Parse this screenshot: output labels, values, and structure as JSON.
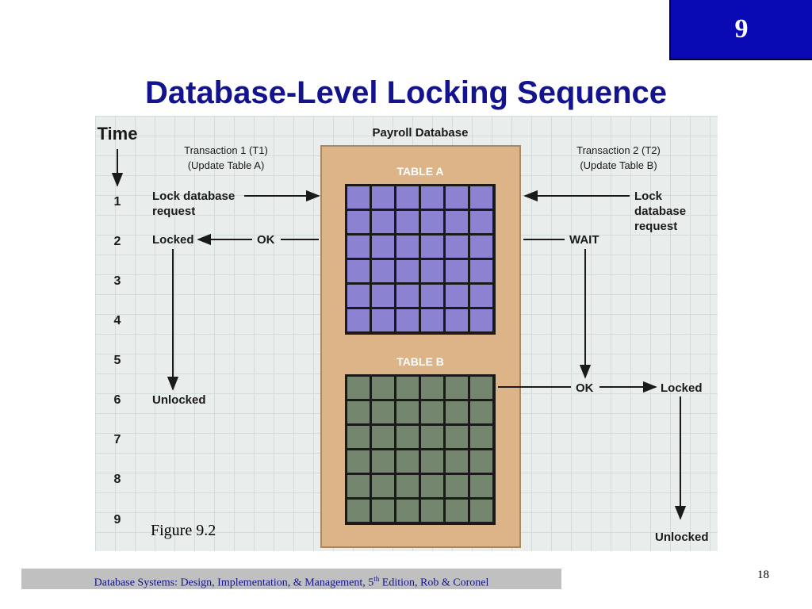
{
  "chapter": "9",
  "title": "Database-Level Locking Sequence",
  "figure": {
    "time_label": "Time",
    "time_steps": [
      "1",
      "2",
      "3",
      "4",
      "5",
      "6",
      "7",
      "8",
      "9"
    ],
    "database_label": "Payroll Database",
    "t1": {
      "title": "Transaction 1 (T1)",
      "subtitle": "(Update Table A)",
      "request_line1": "Lock database",
      "request_line2": "request",
      "ok": "OK",
      "locked": "Locked",
      "unlocked": "Unlocked"
    },
    "t2": {
      "title": "Transaction 2 (T2)",
      "subtitle": "(Update Table B)",
      "request_line1": "Lock",
      "request_line2": "database",
      "request_line3": "request",
      "wait": "WAIT",
      "ok": "OK",
      "locked": "Locked",
      "unlocked": "Unlocked"
    },
    "table_a_label": "TABLE A",
    "table_b_label": "TABLE B",
    "caption": "Figure 9.2"
  },
  "footer": {
    "text_before_sup": "Database Systems: Design, Implementation, & Management, 5",
    "sup": "th",
    "text_after_sup": " Edition, Rob & Coronel"
  },
  "page_number": "18",
  "colors": {
    "chapter_box": "#0a0ab4",
    "title": "#131390",
    "database_panel": "#dcb488",
    "table_a": "#8b82d2",
    "table_b": "#75866f",
    "footer_bar": "#c0c0c0"
  }
}
